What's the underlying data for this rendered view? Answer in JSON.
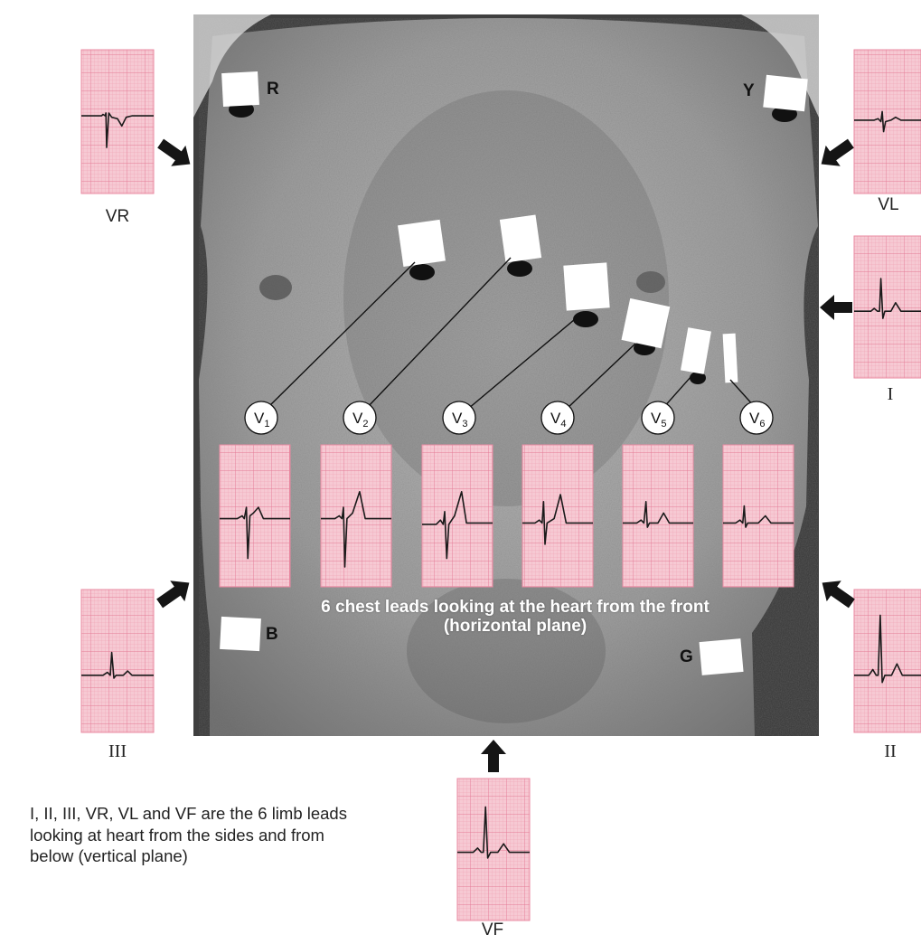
{
  "electrodes": {
    "right_arm": "R",
    "left_arm": "Y",
    "right_leg": "B",
    "left_leg": "G"
  },
  "chest_leads": [
    {
      "base": "V",
      "sub": "1"
    },
    {
      "base": "V",
      "sub": "2"
    },
    {
      "base": "V",
      "sub": "3"
    },
    {
      "base": "V",
      "sub": "4"
    },
    {
      "base": "V",
      "sub": "5"
    },
    {
      "base": "V",
      "sub": "6"
    }
  ],
  "limb_leads": {
    "vr": "VR",
    "vl": "VL",
    "i": "I",
    "ii": "II",
    "iii": "III",
    "vf": "VF"
  },
  "captions": {
    "chest_line1": "6 chest leads looking at the heart from the front",
    "chest_line2": "(horizontal plane)",
    "limb": "I, II, III, VR, VL and VF are the 6 limb leads looking at heart from the sides and from below (vertical plane)"
  },
  "colors": {
    "ecg_paper": "#f6c9d3",
    "ecg_grid": "#e98aa2",
    "torso_dark": "#5a5a5a",
    "torso_light": "#bdbdbd",
    "trace": "#1a1a1a"
  }
}
